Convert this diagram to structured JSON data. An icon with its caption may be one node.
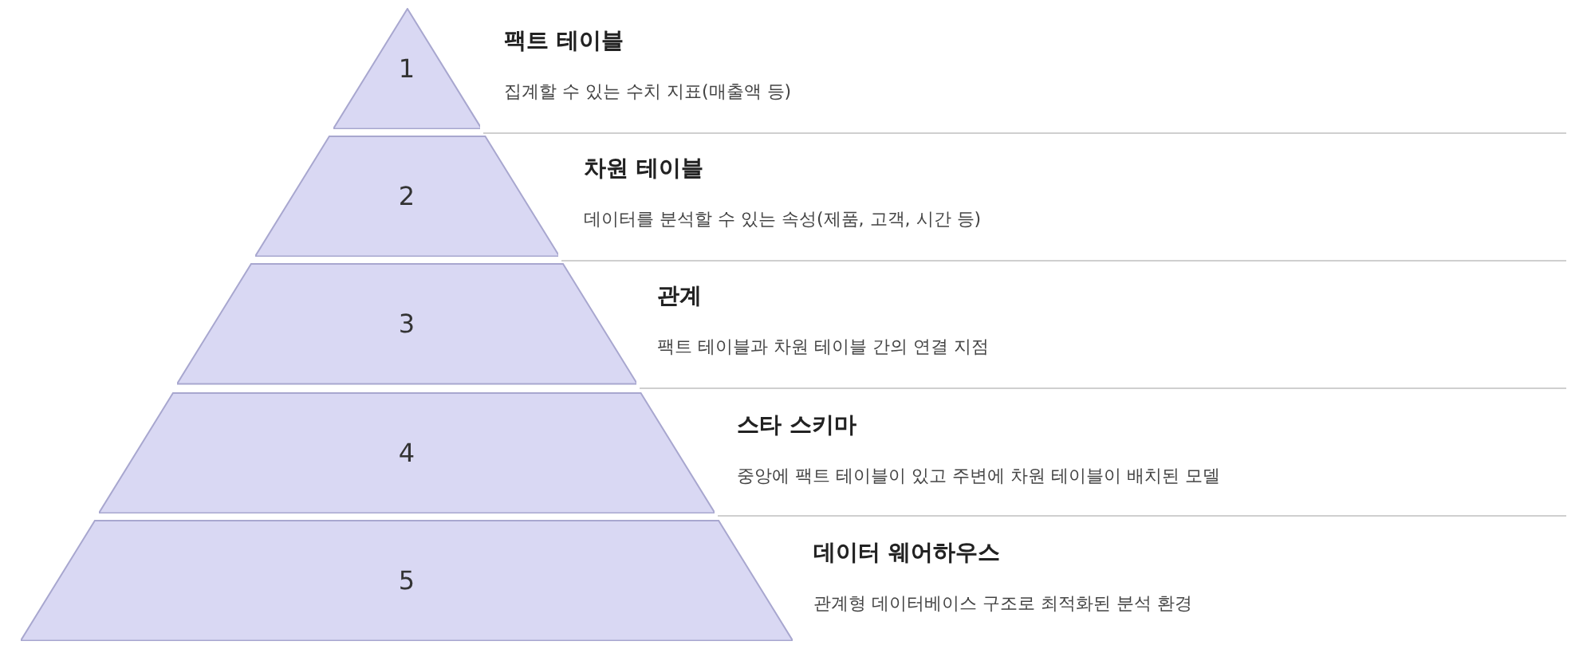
{
  "diagram": {
    "nodes": [
      {
        "text": [
          "1"
        ],
        "beside": [
          "팩트 테이블",
          "집계할 수 있는 수치 지표(매출액 등)"
        ]
      },
      {
        "text": [
          "2"
        ],
        "beside": [
          "차원 테이블",
          "데이터를 분석할 수 있는 속성(제품, 고객, 시간 등)"
        ]
      },
      {
        "text": [
          "3"
        ],
        "beside": [
          "관계",
          "팩트 테이블과 차원 테이블 간의 연결 지점"
        ]
      },
      {
        "text": [
          "4"
        ],
        "beside": [
          "스타 스키마",
          "중앙에 팩트 테이블이 있고 주변에 차원 테이블이 배치된 모델"
        ]
      },
      {
        "text": [
          "5"
        ],
        "beside": [
          "데이터 웨어하우스",
          "관계형 데이터베이스 구조로 최적화된 분석 환경"
        ]
      }
    ]
  }
}
